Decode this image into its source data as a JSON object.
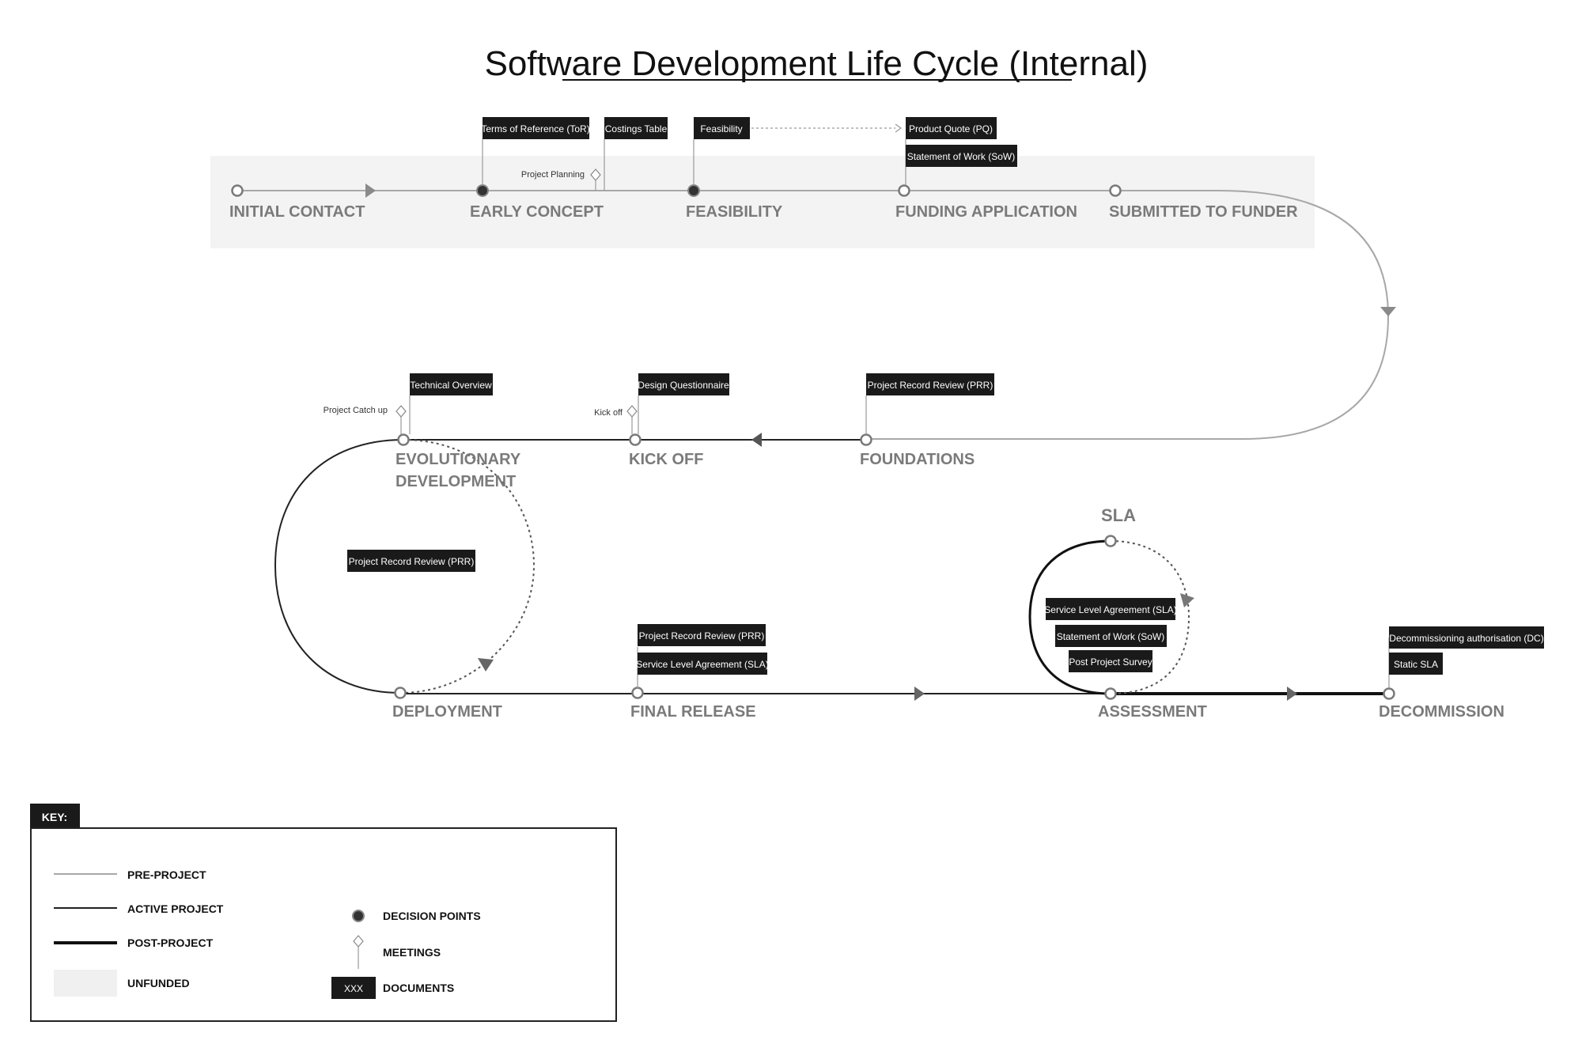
{
  "title": "Software Development Life Cycle (Internal)",
  "stages": {
    "initial_contact": "INITIAL CONTACT",
    "early_concept": "EARLY CONCEPT",
    "feasibility": "FEASIBILITY",
    "funding_application": "FUNDING APPLICATION",
    "submitted_to_funder": "SUBMITTED TO FUNDER",
    "foundations": "FOUNDATIONS",
    "kick_off": "KICK OFF",
    "evolutionary_development_1": "EVOLUTIONARY",
    "evolutionary_development_2": "DEVELOPMENT",
    "deployment": "DEPLOYMENT",
    "final_release": "FINAL RELEASE",
    "assessment": "ASSESSMENT",
    "decommission": "DECOMMISSION",
    "sla": "SLA"
  },
  "documents": {
    "terms_of_reference": "Terms of Reference (ToR)",
    "costings_table": "Costings Table",
    "feasibility": "Feasibility",
    "product_quote": "Product Quote (PQ)",
    "statement_of_work_funding": "Statement of Work (SoW)",
    "technical_overview": "Technical Overview",
    "design_questionnaire": "Design Questionnaire",
    "prr_foundations": "Project Record Review (PRR)",
    "prr_evolutionary": "Project Record Review (PRR)",
    "prr_final": "Project Record Review (PRR)",
    "sla_final": "Service Level Agreement (SLA)",
    "sla_assessment": "Service Level Agreement (SLA)",
    "sow_assessment": "Statement of Work (SoW)",
    "post_project_survey": "Post Project Survey",
    "decommissioning_auth": "Decommissioning authorisation (DC)",
    "static_sla": "Static SLA"
  },
  "meetings": {
    "project_planning": "Project Planning",
    "project_catch_up": "Project Catch up",
    "kick_off": "Kick off"
  },
  "key": {
    "heading": "KEY:",
    "pre_project": "PRE-PROJECT",
    "active_project": "ACTIVE PROJECT",
    "post_project": "POST-PROJECT",
    "unfunded": "UNFUNDED",
    "decision_points": "DECISION POINTS",
    "meetings": "MEETINGS",
    "documents": "DOCUMENTS",
    "documents_sample": "XXX"
  },
  "colors": {
    "pre_project_line": "#a8a8a8",
    "active_project_line": "#222222",
    "post_project_line": "#111111",
    "unfunded_band": "#f3f3f3",
    "document_fill": "#1a1a1a",
    "stage_label": "#7a7a7a"
  }
}
